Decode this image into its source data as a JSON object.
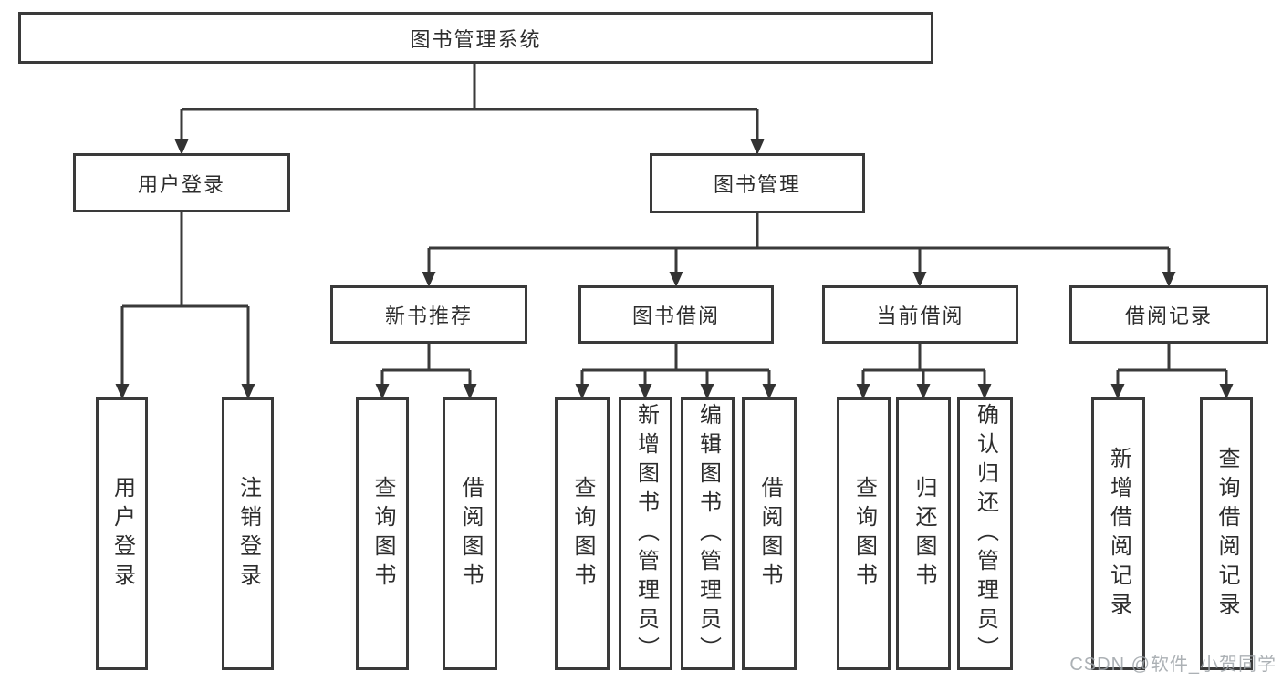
{
  "diagram": {
    "root": {
      "label": "图书管理系统"
    },
    "branches": [
      {
        "label": "用户登录",
        "children": [
          {
            "label": "用户登录"
          },
          {
            "label": "注销登录"
          }
        ]
      },
      {
        "label": "图书管理",
        "children": [
          {
            "label": "新书推荐",
            "children": [
              {
                "label": "查询图书"
              },
              {
                "label": "借阅图书"
              }
            ]
          },
          {
            "label": "图书借阅",
            "children": [
              {
                "label": "查询图书"
              },
              {
                "label": "新增图书（管理员）"
              },
              {
                "label": "编辑图书（管理员）"
              },
              {
                "label": "借阅图书"
              }
            ]
          },
          {
            "label": "当前借阅",
            "children": [
              {
                "label": "查询图书"
              },
              {
                "label": "归还图书"
              },
              {
                "label": "确认归还（管理员）"
              }
            ]
          },
          {
            "label": "借阅记录",
            "children": [
              {
                "label": "新增借阅记录"
              },
              {
                "label": "查询借阅记录"
              }
            ]
          }
        ]
      }
    ],
    "watermark": "CSDN @软件_小贺同学",
    "colors": {
      "line": "#3a3a3a",
      "text": "#2d2d2d",
      "background": "#ffffff",
      "watermark": "#9ea3a8"
    }
  }
}
